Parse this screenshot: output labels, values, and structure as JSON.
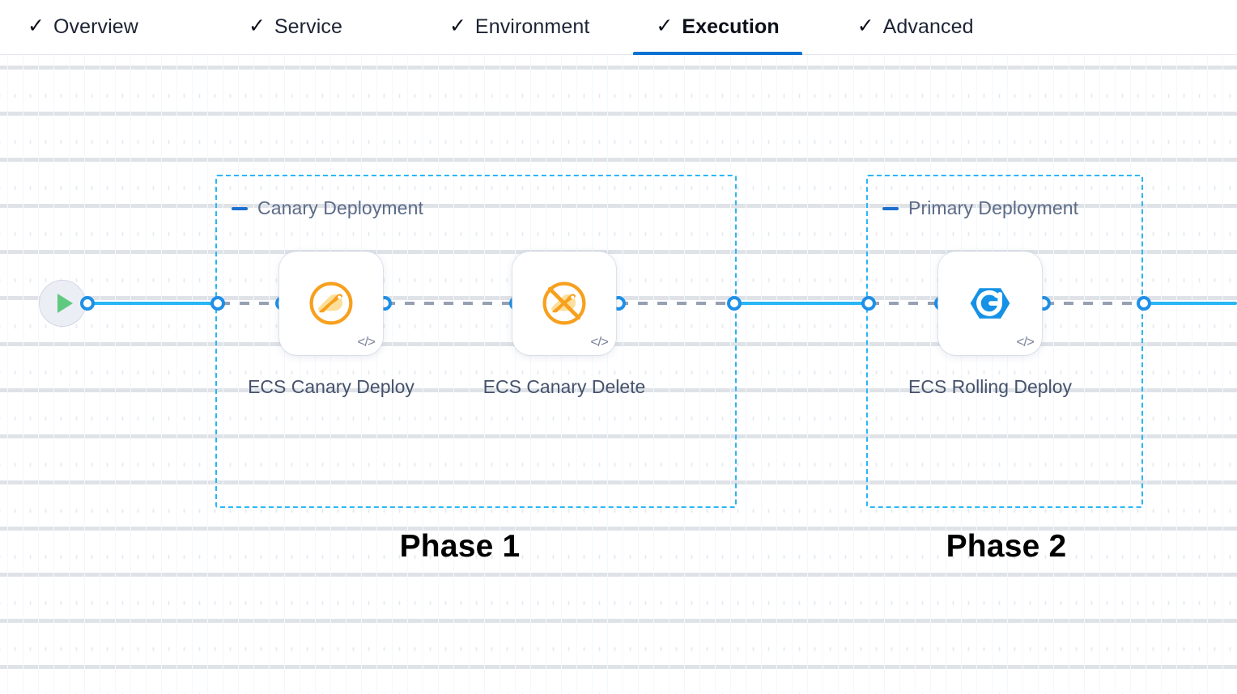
{
  "tabs": [
    {
      "label": "Overview",
      "check": "✓",
      "active": false
    },
    {
      "label": "Service",
      "check": "✓",
      "active": false
    },
    {
      "label": "Environment",
      "check": "✓",
      "active": false
    },
    {
      "label": "Execution",
      "check": "✓",
      "active": true
    },
    {
      "label": "Advanced",
      "check": "✓",
      "active": false
    }
  ],
  "colors": {
    "accent_blue": "#0b72d1",
    "edge_blue": "#29b6f6",
    "port_blue": "#1e90e8",
    "group_border": "#29b6f6",
    "canary_orange": "#f7a01e",
    "rolling_blue": "#1592e6",
    "play_green": "#5fc97f",
    "label_text": "#46526b",
    "group_title": "#5d6b87"
  },
  "canvas": {
    "start_node": {
      "name": "Pipeline Start",
      "icon": "play-icon"
    },
    "groups": [
      {
        "id": "canary",
        "title": "Canary Deployment",
        "collapse_icon": "minus-icon"
      },
      {
        "id": "primary",
        "title": "Primary Deployment",
        "collapse_icon": "minus-icon"
      }
    ],
    "steps": [
      {
        "id": "ecs-canary-deploy",
        "label": "ECS Canary Deploy",
        "icon": "canary-bird-icon",
        "badge": "</>"
      },
      {
        "id": "ecs-canary-delete",
        "label": "ECS Canary Delete",
        "icon": "canary-bird-delete-icon",
        "badge": "</>"
      },
      {
        "id": "ecs-rolling-deploy",
        "label": "ECS Rolling Deploy",
        "icon": "rolling-deploy-icon",
        "badge": "</>"
      }
    ],
    "annotations": [
      {
        "id": "phase-1",
        "text": "Phase 1"
      },
      {
        "id": "phase-2",
        "text": "Phase 2"
      }
    ]
  }
}
